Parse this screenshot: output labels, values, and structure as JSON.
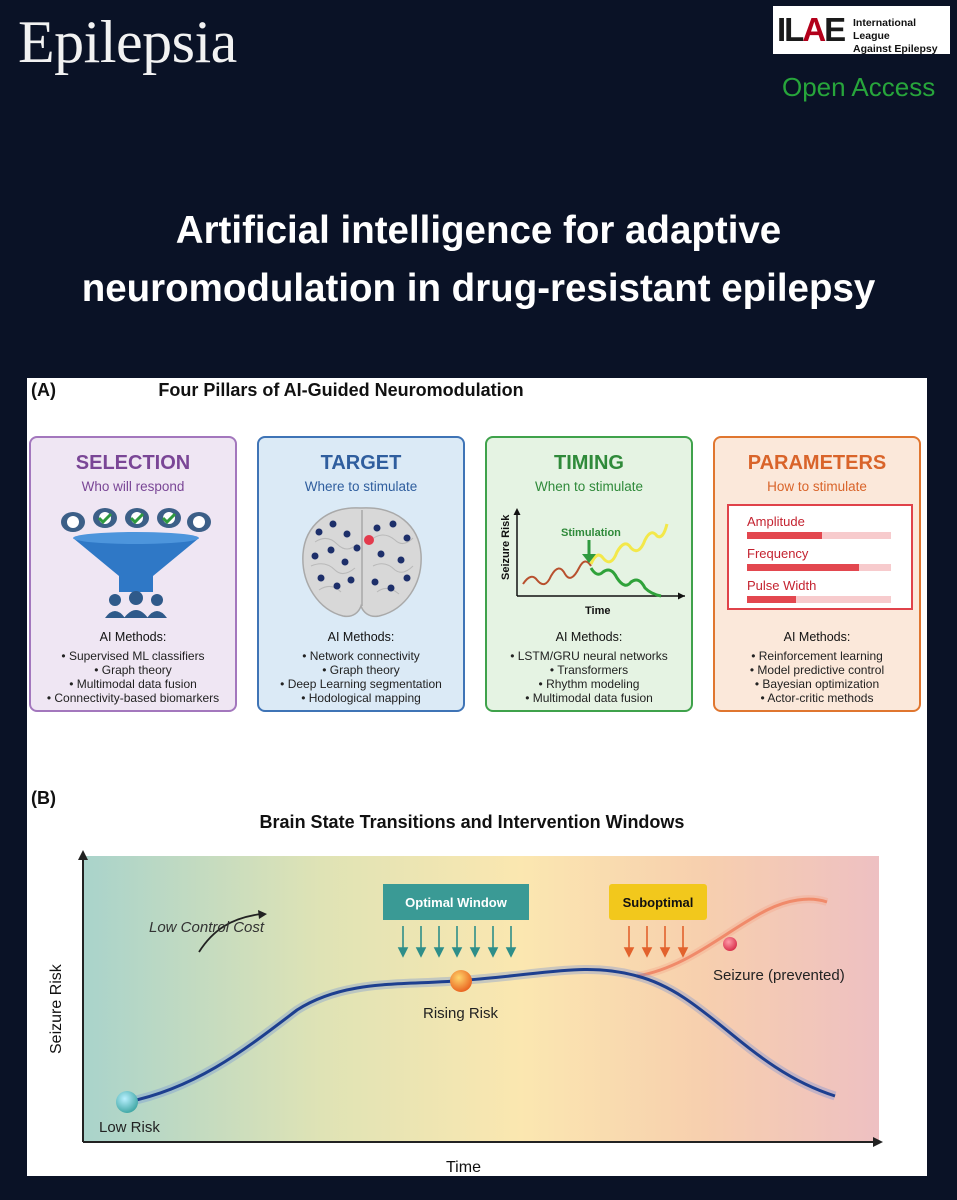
{
  "header": {
    "journal": "Epilepsia",
    "org_mark": "ILAE",
    "org_name_line1": "International League",
    "org_name_line2": "Against Epilepsy",
    "access": "Open Access"
  },
  "article_title_line1": "Artificial intelligence for adaptive",
  "article_title_line2": "neuromodulation in drug-resistant epilepsy",
  "panel_a": {
    "label": "(A)",
    "title": "Four Pillars of AI-Guided Neuromodulation",
    "methods_heading": "AI Methods:",
    "cards": [
      {
        "heading": "SELECTION",
        "subtitle": "Who will respond",
        "color": "#7a4696",
        "methods": [
          "• Supervised ML classifiers",
          "• Graph theory",
          "• Multimodal data fusion",
          "• Connectivity-based biomarkers"
        ]
      },
      {
        "heading": "TARGET",
        "subtitle": "Where to stimulate",
        "color": "#2f5e9e",
        "methods": [
          "• Network connectivity",
          "• Graph theory",
          "• Deep Learning segmentation",
          "• Hodological mapping"
        ]
      },
      {
        "heading": "TIMING",
        "subtitle": "When to stimulate",
        "color": "#2f8a3a",
        "methods": [
          "• LSTM/GRU neural networks",
          "• Transformers",
          "• Rhythm modeling",
          "• Multimodal data fusion"
        ]
      },
      {
        "heading": "PARAMETERS",
        "subtitle": "How to stimulate",
        "color": "#d9642a",
        "methods": [
          "• Reinforcement learning",
          "• Model predictive control",
          "• Bayesian optimization",
          "• Actor-critic methods"
        ]
      }
    ],
    "timing_graph": {
      "ylabel": "Seizure Risk",
      "xlabel": "Time",
      "marker": "Stimulation"
    },
    "parameters": [
      {
        "label": "Amplitude",
        "level": 0.52
      },
      {
        "label": "Frequency",
        "level": 0.78
      },
      {
        "label": "Pulse Width",
        "level": 0.34
      }
    ]
  },
  "panel_b": {
    "label": "(B)",
    "title": "Brain State Transitions and Intervention Windows",
    "ylabel": "Seizure Risk",
    "xlabel": "Time",
    "annotation": "Low Control Cost",
    "optimal_window": "Optimal Window",
    "suboptimal": "Suboptimal",
    "points": {
      "low": "Low Risk",
      "rising": "Rising Risk",
      "seizure": "Seizure (prevented)"
    },
    "colors": {
      "curve": "#1d3f8f",
      "seizure_curve": "#f08a6a",
      "optimal": "#3a9a95",
      "suboptimal": "#f2c81c"
    }
  }
}
